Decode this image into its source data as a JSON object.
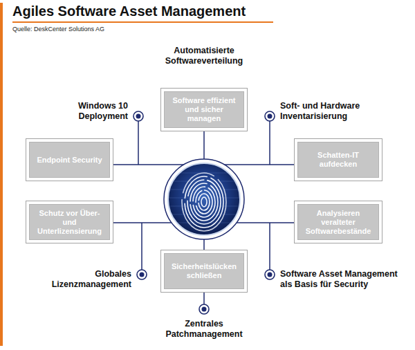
{
  "diagram": {
    "title": "Agiles Software Asset Management",
    "nodes": [
      {
        "text": [
          "Software effizient und sicher managen"
        ]
      },
      {
        "text": [
          "Endpoint Security"
        ]
      },
      {
        "text": [
          "Schatten-IT aufdecken"
        ]
      },
      {
        "text": [
          "Schutz vor Über- und Unterlizensierung"
        ]
      },
      {
        "text": [
          "Analysieren veralteter Softwarebestände"
        ]
      },
      {
        "text": [
          "Sicherheitslücken schließen"
        ]
      }
    ],
    "labels": [
      "Quelle: DeskCenter Solutions AG",
      "Automatisierte Softwareverteilung",
      "Windows 10 Deployment",
      "Soft- und Hardware Inventarisierung",
      "Globales Lizenzmanagement",
      "Software Asset Management als Basis für Security",
      "Zentrales Patchmanagement"
    ]
  }
}
